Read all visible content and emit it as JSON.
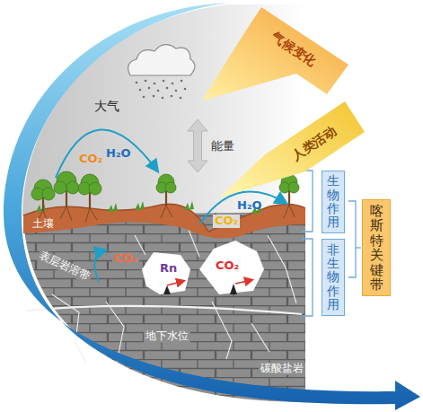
{
  "diagram": {
    "nodes": [
      {
        "text": [
          "气候变化"
        ]
      },
      {
        "text": [
          "人类活动"
        ]
      },
      {
        "text": [
          "生物作用"
        ]
      },
      {
        "text": [
          "非生物作用"
        ]
      },
      {
        "text": [
          "喀斯特关键带"
        ]
      }
    ],
    "labels": [
      "大气",
      "能量",
      "CO₂",
      "H₂O",
      "CO₂",
      "H₂O",
      "土壤",
      "表层岩溶带",
      "CO₂",
      "Rn",
      "CO₂",
      "地下水位",
      "碳酸盐岩"
    ]
  }
}
